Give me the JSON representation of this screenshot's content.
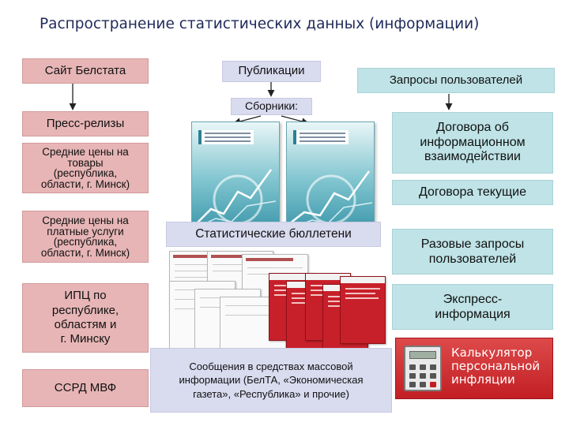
{
  "title": "Распространение статистических данных (информации)",
  "left_column": {
    "site": "Сайт Белстата",
    "press": "Пресс-релизы",
    "prices_goods": [
      "Средние цены на",
      "товары",
      "(республика,",
      "области, г. Минск)"
    ],
    "prices_services": [
      "Средние цены на",
      "платные услуги",
      "(республика,",
      "области, г. Минск)"
    ],
    "cpi": [
      "ИПЦ по",
      "республике,",
      "областям и",
      "г. Минску"
    ],
    "ssrd": "ССРД МВФ"
  },
  "middle_column": {
    "publications": "Публикации",
    "collections": "Сборники:",
    "bulletins": "Статистические бюллетени",
    "media": [
      "Сообщения в средствах массовой",
      "информации  (БелТА, «Экономическая",
      "газета», «Республика» и прочие)"
    ]
  },
  "right_column": {
    "requests": "Запросы пользователей",
    "agreements_info": [
      "Договора об",
      "информационном",
      "взаимодействии"
    ],
    "agreements_current": "Договора текущие",
    "single_requests": [
      "Разовые запросы",
      "пользователей"
    ],
    "express": [
      "Экспресс-",
      "информация"
    ],
    "calculator": [
      "Калькулятор",
      "персональной",
      "инфляции"
    ]
  },
  "colors": {
    "left_boxes": "#e7b5b6",
    "middle_boxes": "#d9dbef",
    "right_boxes": "#bfe3e6",
    "calculator_banner": "#c21f24"
  },
  "icons": {
    "collections": "book-cover-icon",
    "bulletins": "bulletin-pages-icon",
    "calculator": "calculator-icon"
  }
}
